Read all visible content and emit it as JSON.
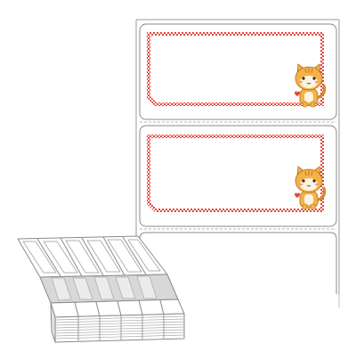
{
  "colors": {
    "background": "#ffffff",
    "outline": "#9a9a9a",
    "dash": "#b4b4b4",
    "checker": "#e2453b",
    "cat_fill": "#f4b347",
    "cat_stripe": "#d9862a",
    "cat_face": "#fdf3e0",
    "stack_face": "#ffffff",
    "stack_shade": "#d8d8d8"
  },
  "labels": [
    {
      "name": "label-1",
      "decoration": "red-checkered-frame",
      "character": "cat-icon",
      "text": ""
    },
    {
      "name": "label-2",
      "decoration": "red-checkered-frame",
      "character": "cat-icon",
      "text": ""
    }
  ],
  "icons": [
    "cat-icon",
    "heart-icon",
    "checkered-frame",
    "fanfold-label-stack"
  ]
}
